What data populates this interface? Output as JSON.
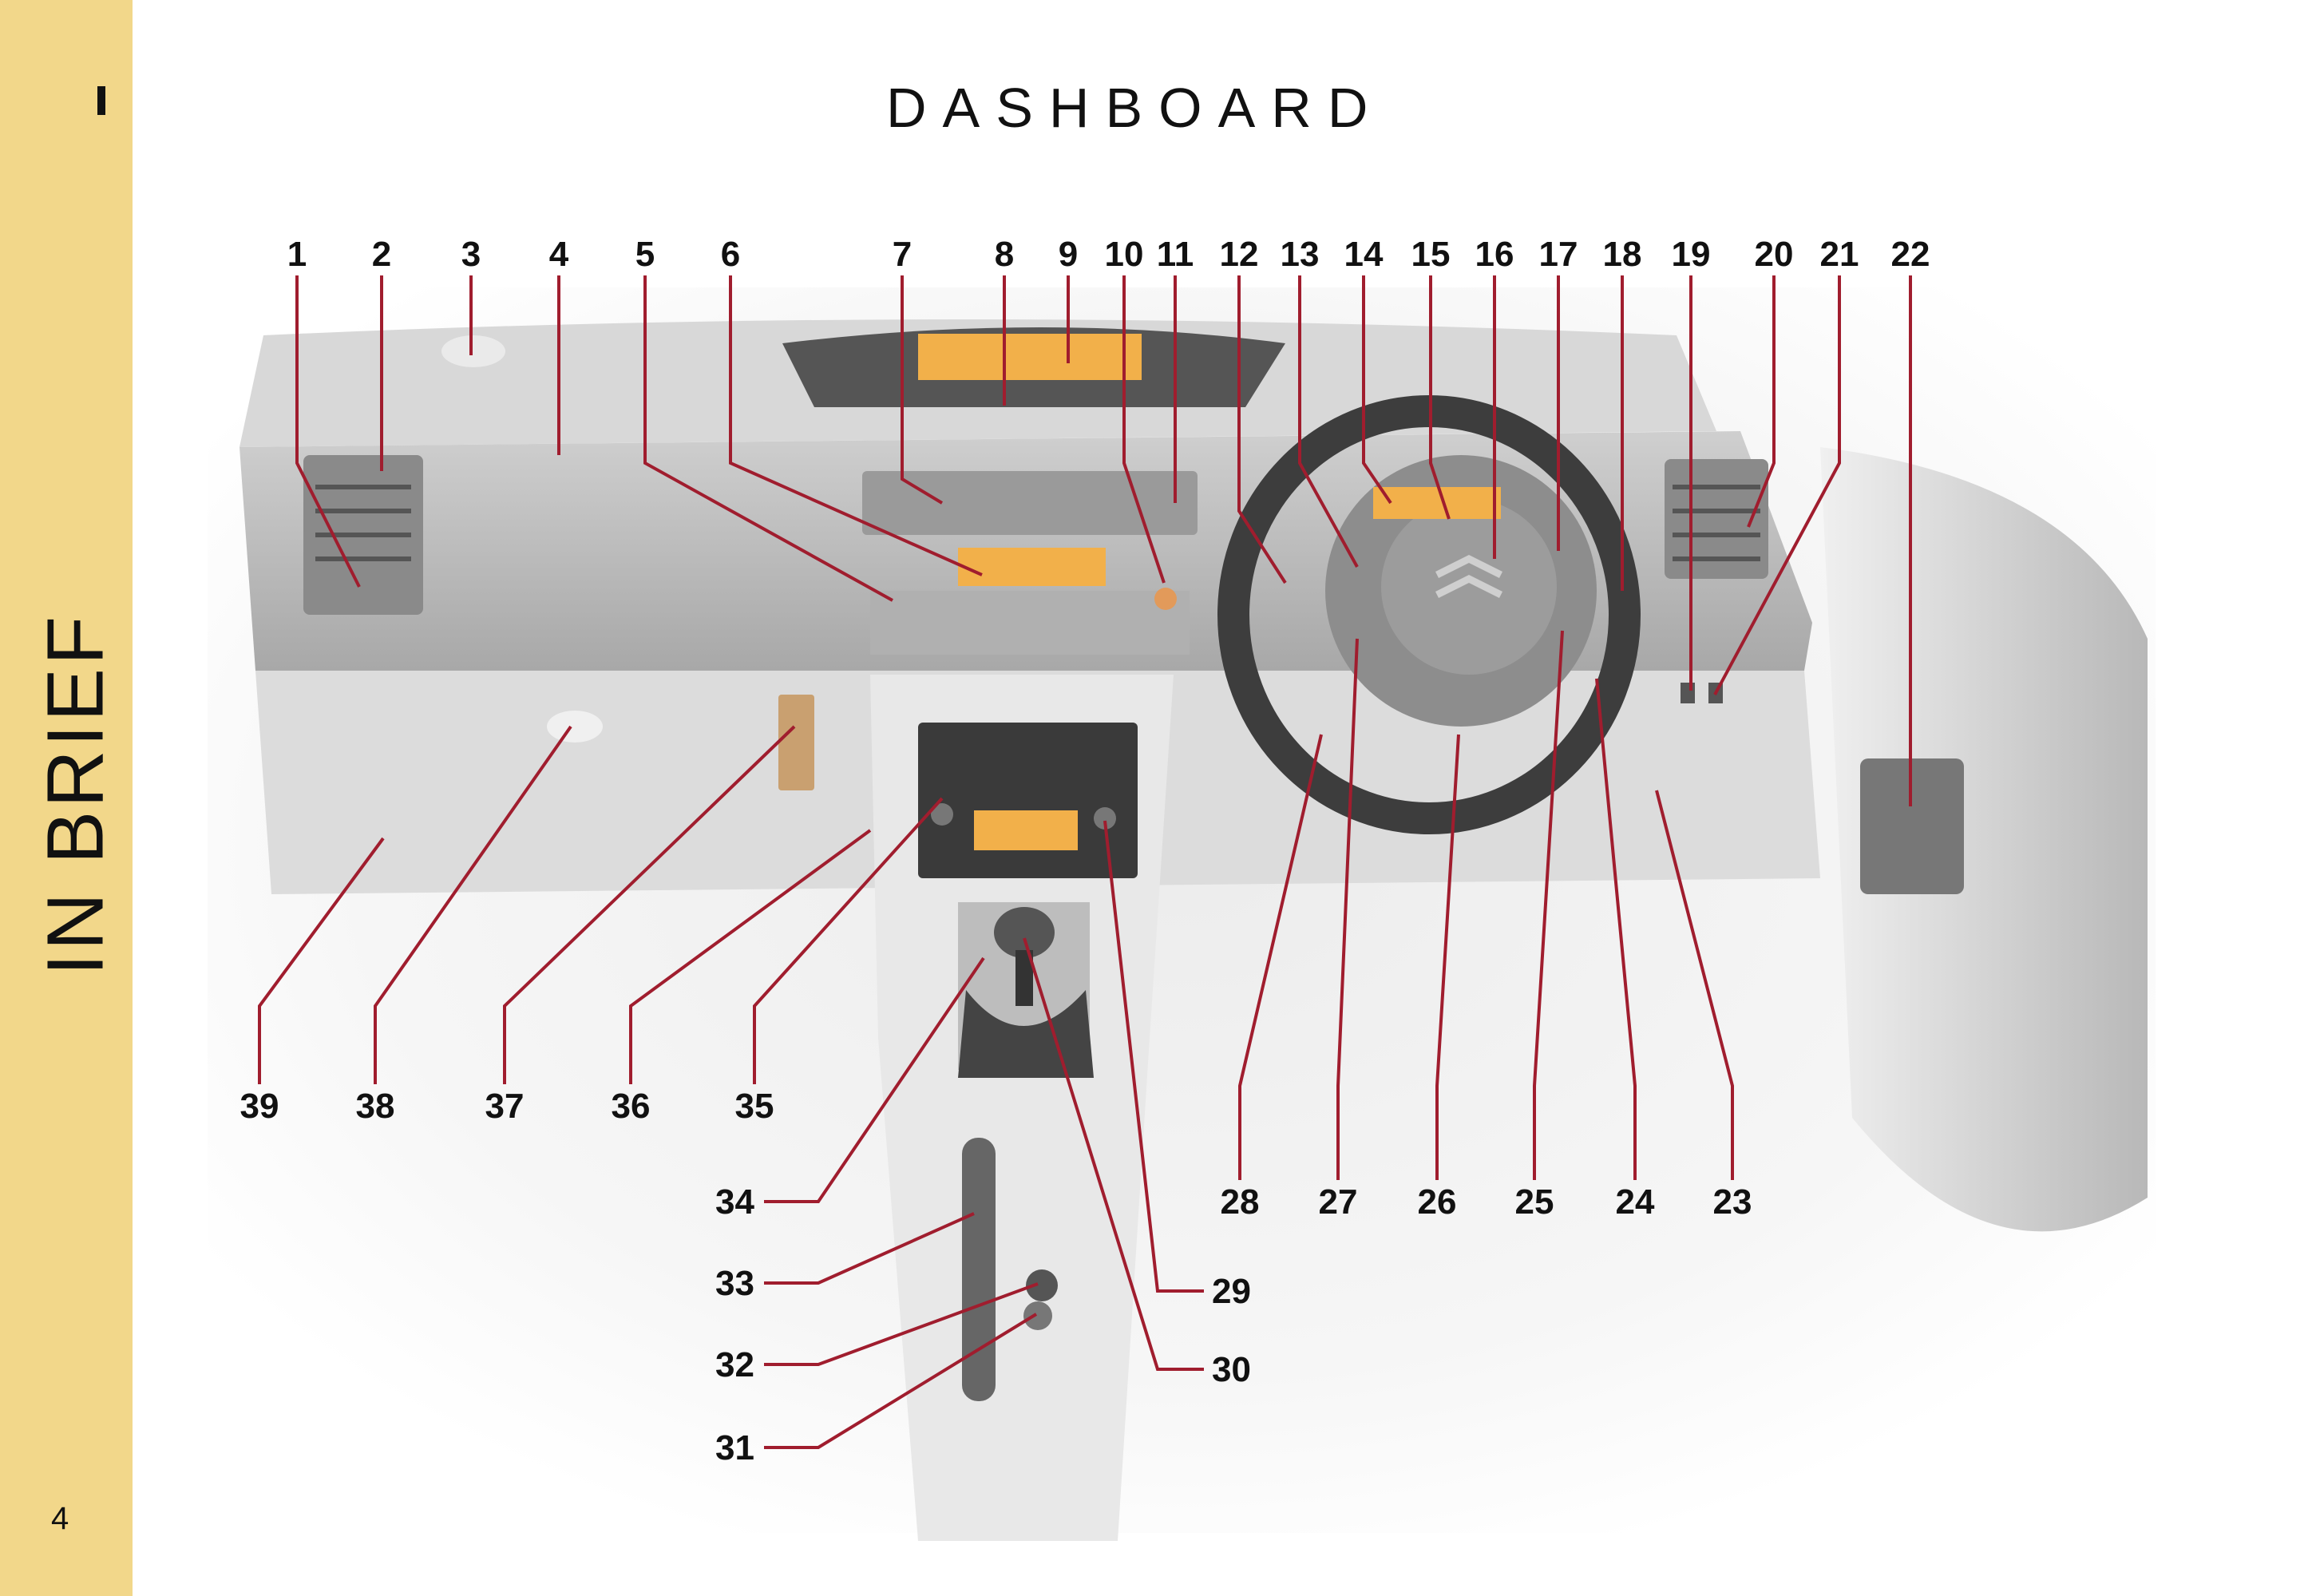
{
  "header": {
    "chapter_mark": "I",
    "title": "DASHBOARD"
  },
  "sidebar": {
    "section_title": "IN BRIEF",
    "page_number": "4"
  },
  "callouts": {
    "top": [
      "1",
      "2",
      "3",
      "4",
      "5",
      "6",
      "7",
      "8",
      "9",
      "10",
      "11",
      "12",
      "13",
      "14",
      "15",
      "16",
      "17",
      "18",
      "19",
      "20",
      "21",
      "22"
    ],
    "bottom_right": [
      "28",
      "27",
      "26",
      "25",
      "24",
      "23"
    ],
    "bottom_left": [
      "39",
      "38",
      "37",
      "36",
      "35"
    ],
    "console_left": [
      "34",
      "33",
      "32",
      "31"
    ],
    "console_right": [
      "29",
      "30"
    ]
  },
  "colors": {
    "sidebar": "#f2d78a",
    "leader": "#a01d2e",
    "display": "#f2b04a"
  }
}
